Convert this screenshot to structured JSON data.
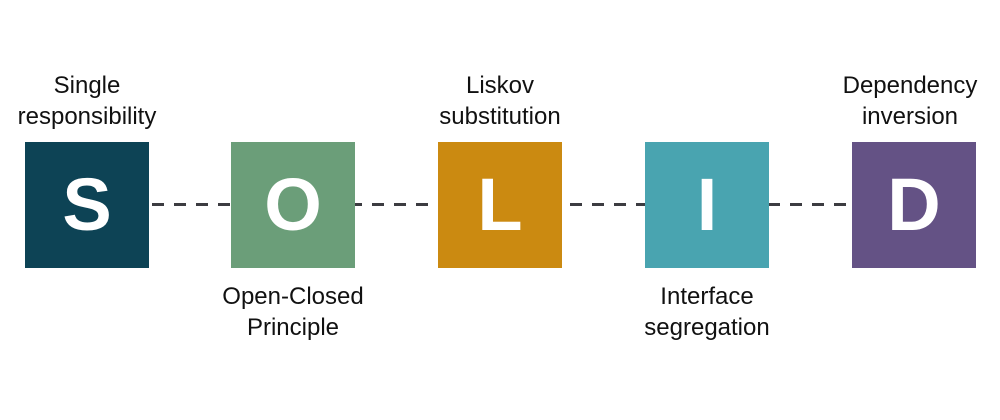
{
  "diagram": {
    "type": "solid-principles-acronym",
    "background_color": "#ffffff",
    "connector": {
      "style": "dashed",
      "color": "#3c3c41",
      "orientation": "horizontal"
    },
    "letter_color": "#ffffff",
    "caption_color": "#111111",
    "blocks": [
      {
        "letter": "S",
        "caption": "Single\nresponsibility",
        "caption_position": "above",
        "color": "#0d4355"
      },
      {
        "letter": "O",
        "caption": "Open-Closed\nPrinciple",
        "caption_position": "below",
        "color": "#6b9e79"
      },
      {
        "letter": "L",
        "caption": "Liskov\nsubstitution",
        "caption_position": "above",
        "color": "#cb8a11"
      },
      {
        "letter": "I",
        "caption": "Interface\nsegregation",
        "caption_position": "below",
        "color": "#49a4b0"
      },
      {
        "letter": "D",
        "caption": "Dependency\ninversion",
        "caption_position": "above",
        "color": "#645285"
      }
    ]
  }
}
